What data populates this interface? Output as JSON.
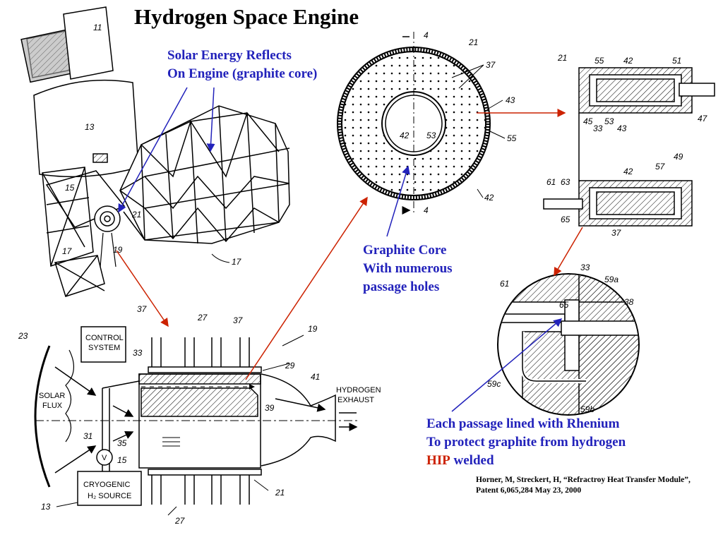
{
  "title": "Hydrogen Space Engine",
  "captions": {
    "solar": [
      "Solar Energy Reflects",
      "On Engine (graphite core)"
    ],
    "graphite": [
      "Graphite Core",
      "With numerous",
      "passage holes"
    ],
    "rhenium_line1": "Each passage lined with Rhenium",
    "rhenium_line2": "To protect graphite from hydrogen",
    "hip": "HIP",
    "welded": "welded"
  },
  "citation": "Horner, M, Streckert, H, “Refractroy Heat Transfer Module”, Patent 6,065,284  May 23, 2000",
  "drawing_labels": {
    "l11": "11",
    "l13": "13",
    "l15": "15",
    "l17a": "17",
    "l17b": "17",
    "l19": "19",
    "l21": "21",
    "sec4": "4",
    "ring21": "21",
    "ring37": "37",
    "ring43": "43",
    "ring55": "55",
    "ring42a": "42",
    "ring53": "53",
    "ring42b": "42",
    "m21": "21",
    "m55": "55",
    "m42a": "42",
    "m51": "51",
    "m45": "45",
    "m33": "33",
    "m53": "53",
    "m43": "43",
    "m47": "47",
    "m42b": "42",
    "m57": "57",
    "m49": "49",
    "m61": "61",
    "m63": "63",
    "m65": "65",
    "m37": "37",
    "d33": "33",
    "d59a": "59a",
    "d38": "38",
    "d61": "61",
    "d65": "65",
    "d59c": "59c",
    "d59b": "59b",
    "s37a": "37",
    "s27a": "27",
    "s37b": "37",
    "s19": "19",
    "s23": "23",
    "s33": "33",
    "s29": "29",
    "s41": "41",
    "s39": "39",
    "s31": "31",
    "s35": "35",
    "s15": "15",
    "s21": "21",
    "s13": "13",
    "s27b": "27",
    "control1": "CONTROL",
    "control2": "SYSTEM",
    "solar1": "SOLAR",
    "solar2": "FLUX",
    "cryo1": "CRYOGENIC",
    "cryo2": "H₂ SOURCE",
    "exhaust1": "HYDROGEN",
    "exhaust2": "EXHAUST",
    "valve": "V"
  },
  "colors": {
    "caption_blue": "#2222bb",
    "arrow_red": "#cc2200",
    "text_black": "#000000"
  }
}
